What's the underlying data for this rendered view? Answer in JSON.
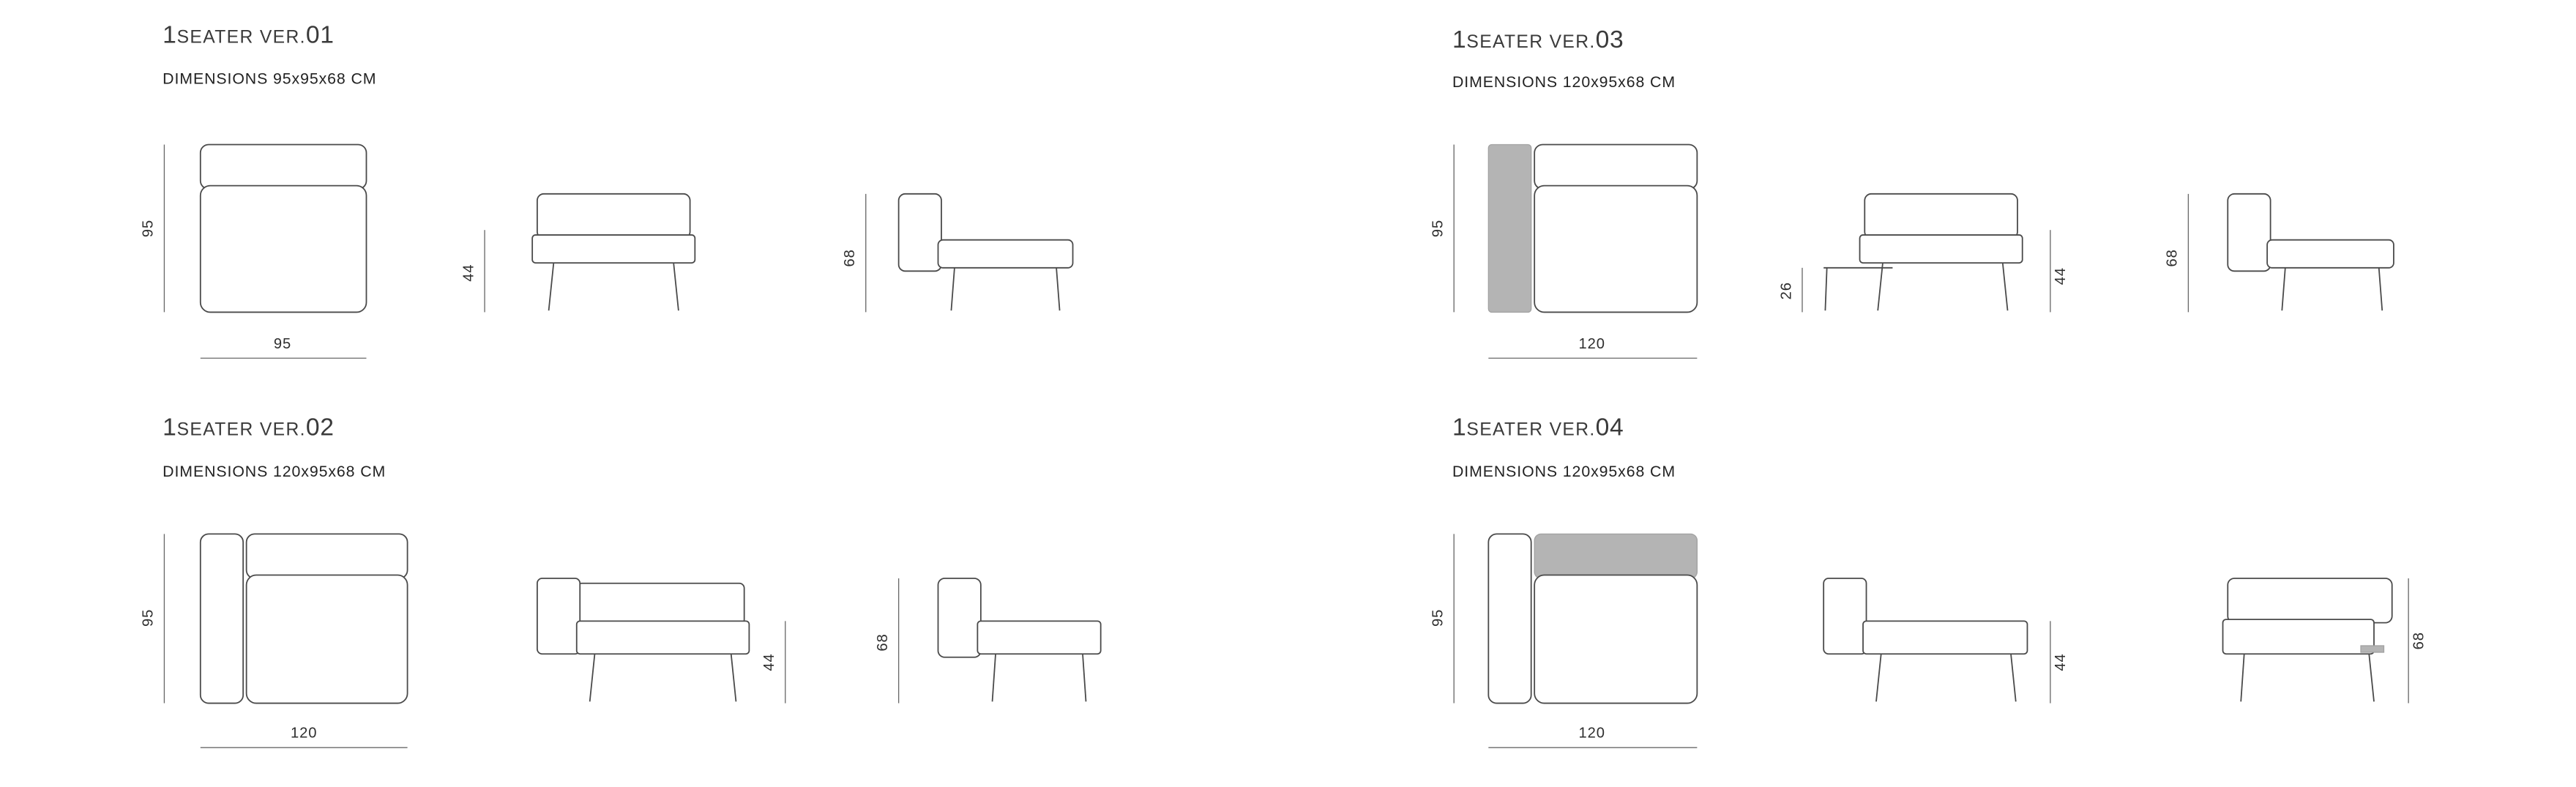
{
  "colors": {
    "line": "#4a4a4a",
    "gray_fill": "#b4b4b4",
    "text": "#2e2e2e",
    "background": "#ffffff"
  },
  "sections": [
    {
      "id": "ver01",
      "num": "1",
      "name": "SEATER VER.",
      "ver": "01",
      "dims_label": "DIMENSIONS 95x95x68 CM",
      "plan_depth": "95",
      "plan_width": "95",
      "seat_height": "44",
      "total_height": "68"
    },
    {
      "id": "ver02",
      "num": "1",
      "name": "SEATER VER.",
      "ver": "02",
      "dims_label": "DIMENSIONS 120x95x68 CM",
      "plan_depth": "95",
      "plan_width": "120",
      "seat_height": "44",
      "total_height": "68"
    },
    {
      "id": "ver03",
      "num": "1",
      "name": "SEATER VER.",
      "ver": "03",
      "dims_label": "DIMENSIONS 120x95x68 CM",
      "plan_depth": "95",
      "plan_width": "120",
      "table_height": "26",
      "seat_height": "44",
      "total_height": "68"
    },
    {
      "id": "ver04",
      "num": "1",
      "name": "SEATER VER.",
      "ver": "04",
      "dims_label": "DIMENSIONS 120x95x68 CM",
      "plan_depth": "95",
      "plan_width": "120",
      "seat_height": "44",
      "total_height": "68"
    }
  ]
}
